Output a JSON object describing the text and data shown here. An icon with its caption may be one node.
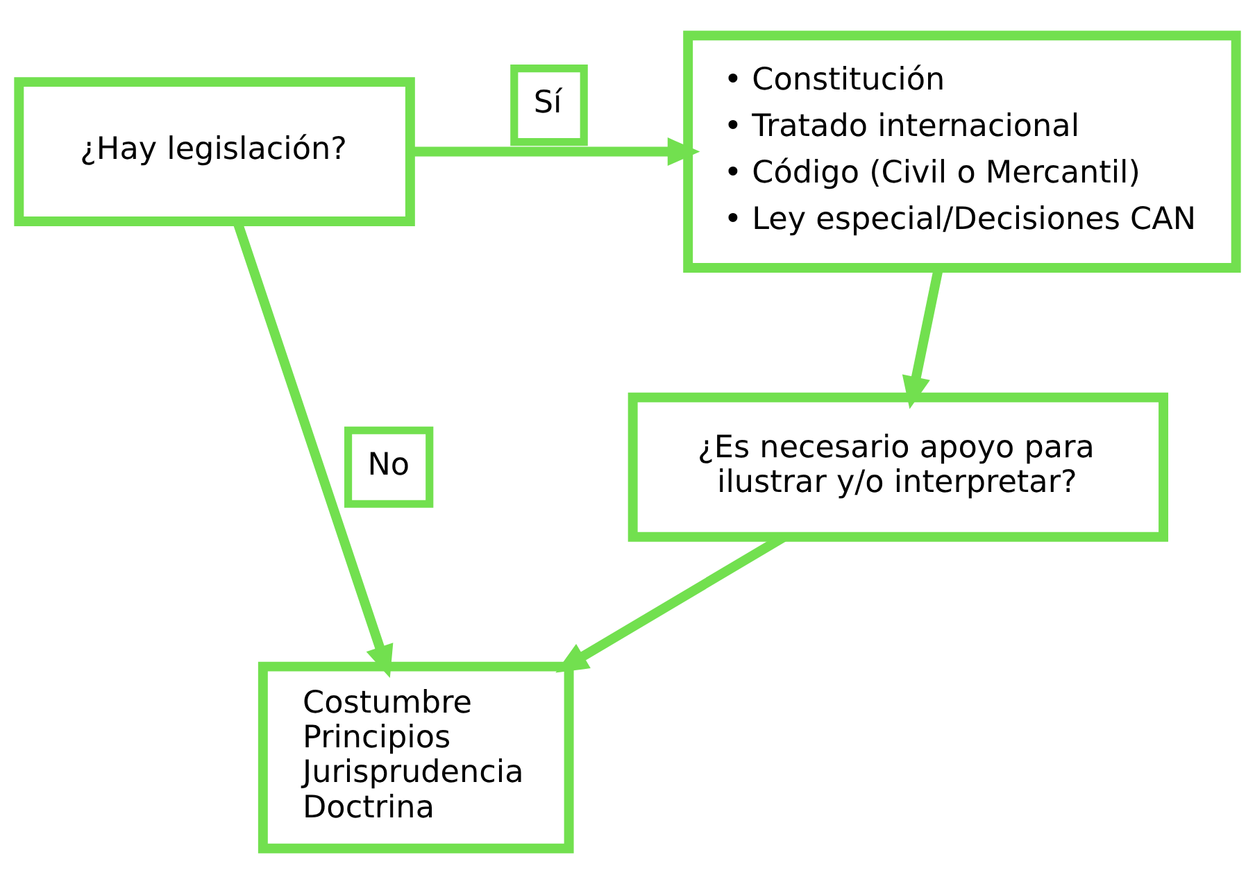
{
  "diagram": {
    "nodes": [
      {
        "text": [
          "¿Hay legislación?"
        ]
      },
      {
        "text": [
          "• Constitución",
          "• Tratado internacional",
          "• Código (Civil o Mercantil)",
          "• Ley especial/Decisiones CAN"
        ]
      },
      {
        "text": [
          "¿Es necesario apoyo para ilustrar y/o interpretar?"
        ]
      },
      {
        "text": [
          "Costumbre",
          "Principios",
          "Jurisprudencia",
          "Doctrina"
        ]
      }
    ],
    "edges": [
      {
        "from": 0,
        "to": 1,
        "arrow": "to",
        "label": "Sí"
      },
      {
        "from": 1,
        "to": 2,
        "arrow": "to"
      },
      {
        "from": 2,
        "to": 3,
        "arrow": "to"
      },
      {
        "from": 0,
        "to": 3,
        "arrow": "to",
        "label": "No"
      }
    ]
  }
}
